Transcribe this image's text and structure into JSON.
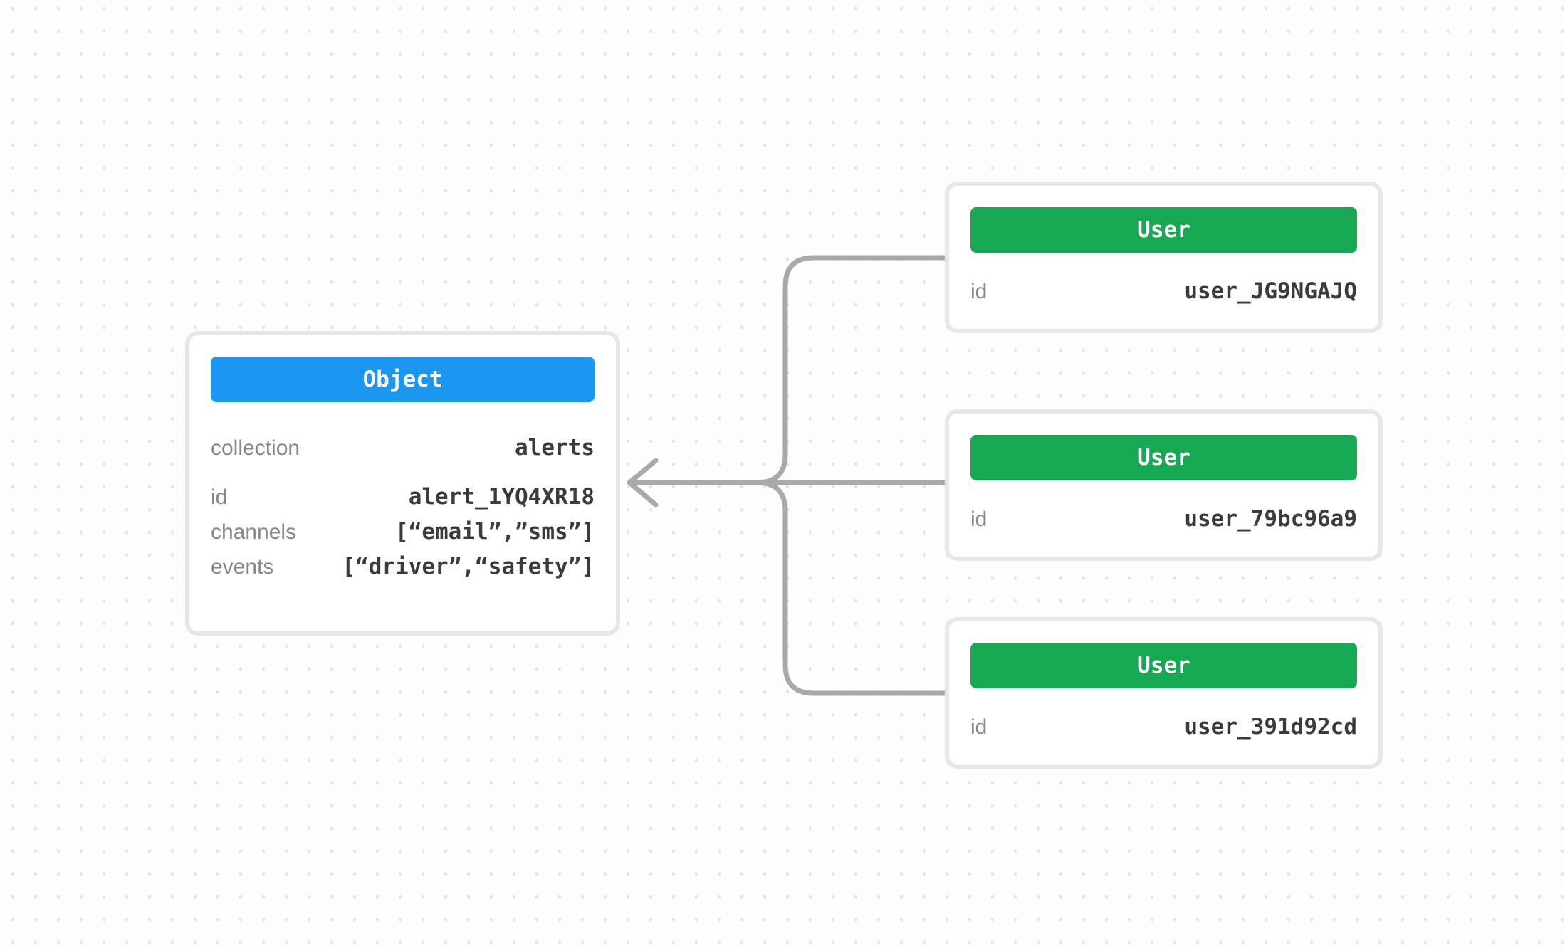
{
  "colors": {
    "bg": "#FDFDFD",
    "dot": "#E4E4E4",
    "card-bg": "#FFFFFF",
    "card-border": "#E7E7E7",
    "connector": "#A9A9A9",
    "object-header": "#1B96F1",
    "user-header": "#17A854",
    "label": "#878787",
    "value": "#3B3B3B",
    "header-text": "#FFFFFF"
  },
  "object_node": {
    "header": "Object",
    "fields": [
      {
        "label": "collection",
        "value": "alerts"
      },
      {
        "label": "id",
        "value": "alert_1YQ4XR18"
      },
      {
        "label": "channels",
        "value": "[“email”,”sms”]"
      },
      {
        "label": "events",
        "value": "[“driver”,“safety”]"
      }
    ]
  },
  "user_nodes": [
    {
      "header": "User",
      "fields": [
        {
          "label": "id",
          "value": "user_JG9NGAJQ"
        }
      ]
    },
    {
      "header": "User",
      "fields": [
        {
          "label": "id",
          "value": "user_79bc96a9"
        }
      ]
    },
    {
      "header": "User",
      "fields": [
        {
          "label": "id",
          "value": "user_391d92cd"
        }
      ]
    }
  ]
}
